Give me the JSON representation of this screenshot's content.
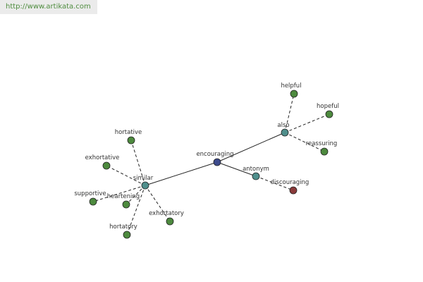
{
  "header": {
    "url": "http://www.artikata.com"
  },
  "colors": {
    "center_node": "#3c4a8c",
    "relation_node": "#4f8f8c",
    "word_node": "#4d8a3e",
    "antonym_word_node": "#8a3a3a",
    "node_stroke": "#222222",
    "solid_edge": "#222222",
    "dashed_edge": "#222222",
    "label": "#333333"
  },
  "graph": {
    "center": {
      "id": "encouraging",
      "label": "encouraging",
      "kind": "center"
    },
    "relations": [
      {
        "id": "also",
        "label": "also",
        "kind": "relation"
      },
      {
        "id": "similar",
        "label": "similar",
        "kind": "relation"
      },
      {
        "id": "antonym",
        "label": "antonym",
        "kind": "relation"
      }
    ],
    "words": [
      {
        "id": "helpful",
        "label": "helpful",
        "relation": "also",
        "kind": "word"
      },
      {
        "id": "hopeful",
        "label": "hopeful",
        "relation": "also",
        "kind": "word"
      },
      {
        "id": "reassuring",
        "label": "reassuring",
        "relation": "also",
        "kind": "word"
      },
      {
        "id": "hortative",
        "label": "hortative",
        "relation": "similar",
        "kind": "word"
      },
      {
        "id": "exhortative",
        "label": "exhortative",
        "relation": "similar",
        "kind": "word"
      },
      {
        "id": "supportive",
        "label": "supportive",
        "relation": "similar",
        "kind": "word"
      },
      {
        "id": "heartening",
        "label": "heartening",
        "relation": "similar",
        "kind": "word"
      },
      {
        "id": "hortatory",
        "label": "hortatory",
        "relation": "similar",
        "kind": "word"
      },
      {
        "id": "exhortatory",
        "label": "exhortatory",
        "relation": "similar",
        "kind": "word"
      },
      {
        "id": "discouraging",
        "label": "discouraging",
        "relation": "antonym",
        "kind": "antonym-word"
      }
    ]
  }
}
